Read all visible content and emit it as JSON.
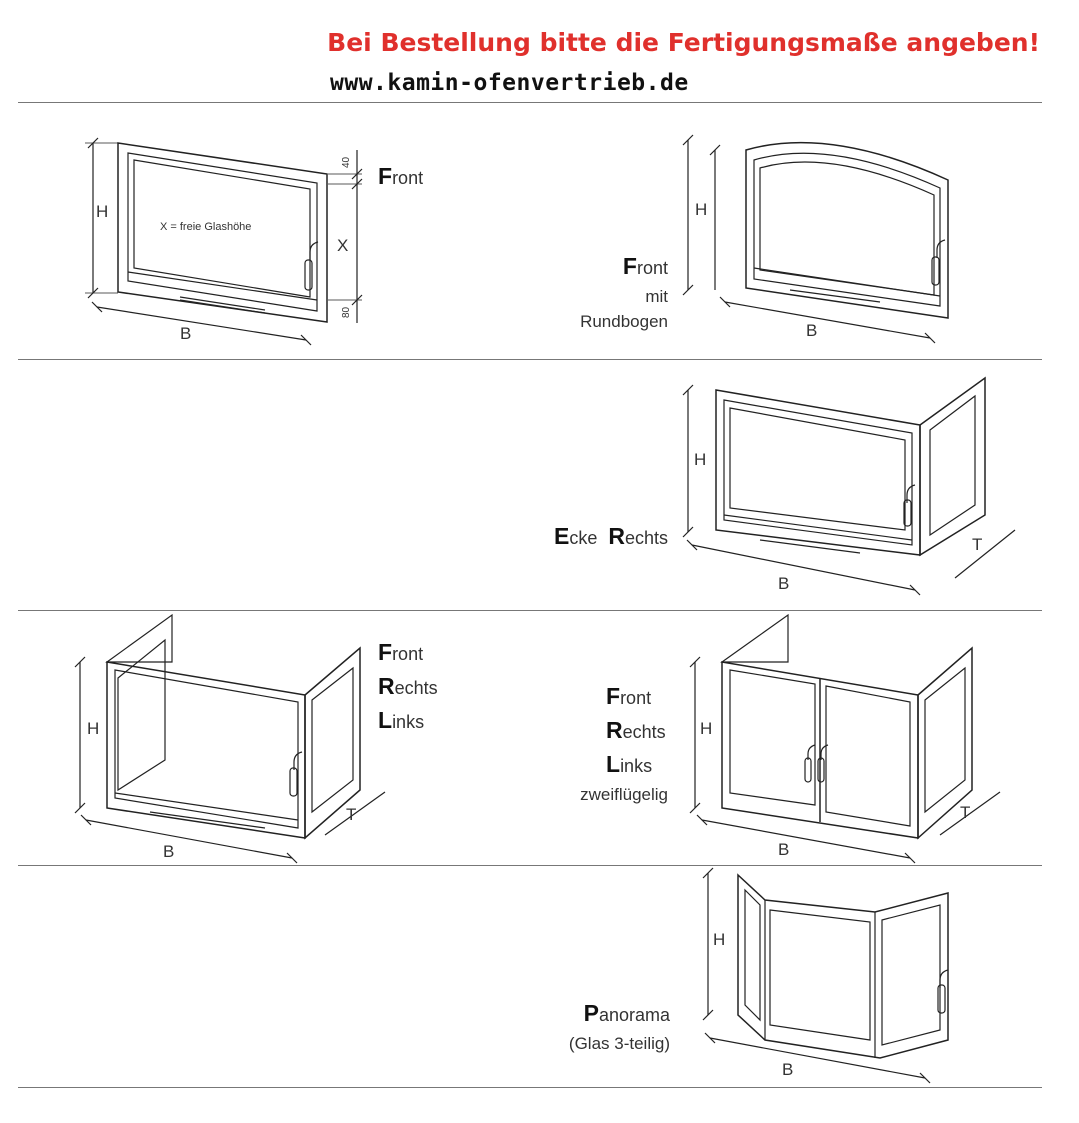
{
  "header": {
    "notice": "Bei Bestellung bitte die Fertigungsmaße angeben!",
    "website": "www.kamin-ofenvertrieb.de"
  },
  "dimensions": {
    "height": "H",
    "width": "B",
    "depth": "T",
    "glass": "X",
    "top_margin": "40",
    "bottom_margin": "80"
  },
  "glass_note": "X =  freie Glashöhe",
  "variants": {
    "front": {
      "initial": "F",
      "rest": "ront"
    },
    "front_rundbogen": {
      "initial": "F",
      "rest": "ront",
      "line2": "mit",
      "line3": "Rundbogen"
    },
    "ecke_rechts": {
      "initial1": "E",
      "rest1": "cke",
      "initial2": "R",
      "rest2": "echts"
    },
    "frl": {
      "l1_initial": "F",
      "l1_rest": "ront",
      "l2_initial": "R",
      "l2_rest": "echts",
      "l3_initial": "L",
      "l3_rest": "inks"
    },
    "frl_zweifluegelig": {
      "l1_initial": "F",
      "l1_rest": "ront",
      "l2_initial": "R",
      "l2_rest": "echts",
      "l3_initial": "L",
      "l3_rest": "inks",
      "line4": "zweiflügelig"
    },
    "panorama": {
      "initial": "P",
      "rest": "anorama",
      "line2": "(Glas 3-teilig)"
    }
  }
}
